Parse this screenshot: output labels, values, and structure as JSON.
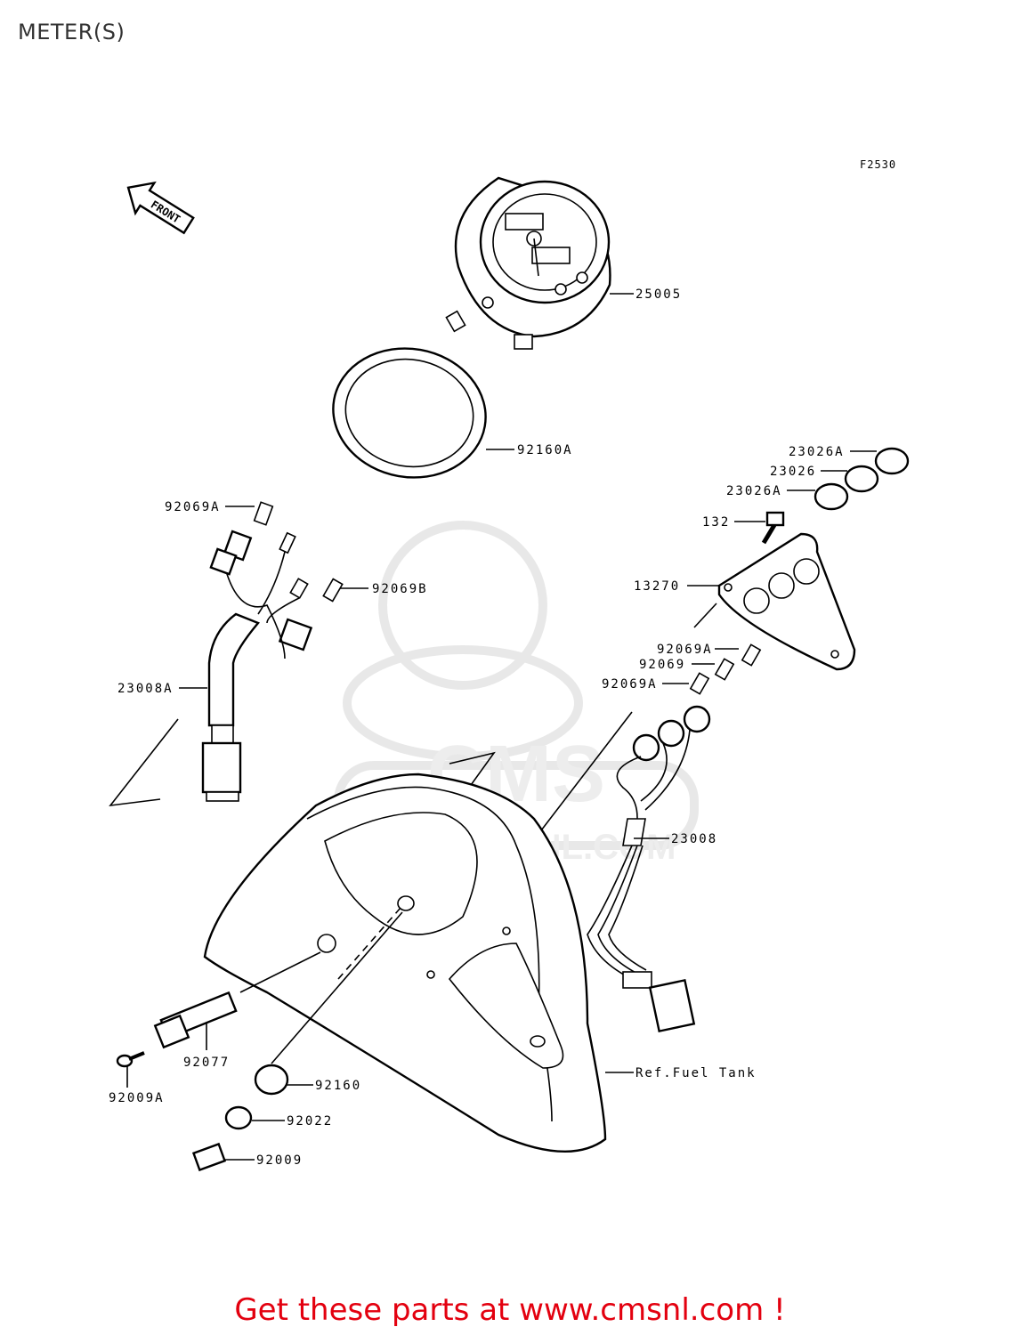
{
  "page": {
    "title": "METER(S)",
    "figure_code": "F2530",
    "footer": "Get these parts at www.cmsnl.com !"
  },
  "watermark": {
    "logo_text": "CMS",
    "url_text": "WWW.CMSNL.COM"
  },
  "front_arrow_label": "FRONT",
  "ref_label": "Ref.Fuel Tank",
  "part_numbers": {
    "p25005": "25005",
    "p92160A": "92160A",
    "p23026A_top": "23026A",
    "p23026": "23026",
    "p23026A_bottom": "23026A",
    "p132": "132",
    "p13270": "13270",
    "p92069A_top_left": "92069A",
    "p92069B": "92069B",
    "p23008A": "23008A",
    "p92069A_right_top": "92069A",
    "p92069": "92069",
    "p92069A_right_bottom": "92069A",
    "p23008": "23008",
    "p92077": "92077",
    "p92009A": "92009A",
    "p92160": "92160",
    "p92022": "92022",
    "p92009": "92009"
  }
}
